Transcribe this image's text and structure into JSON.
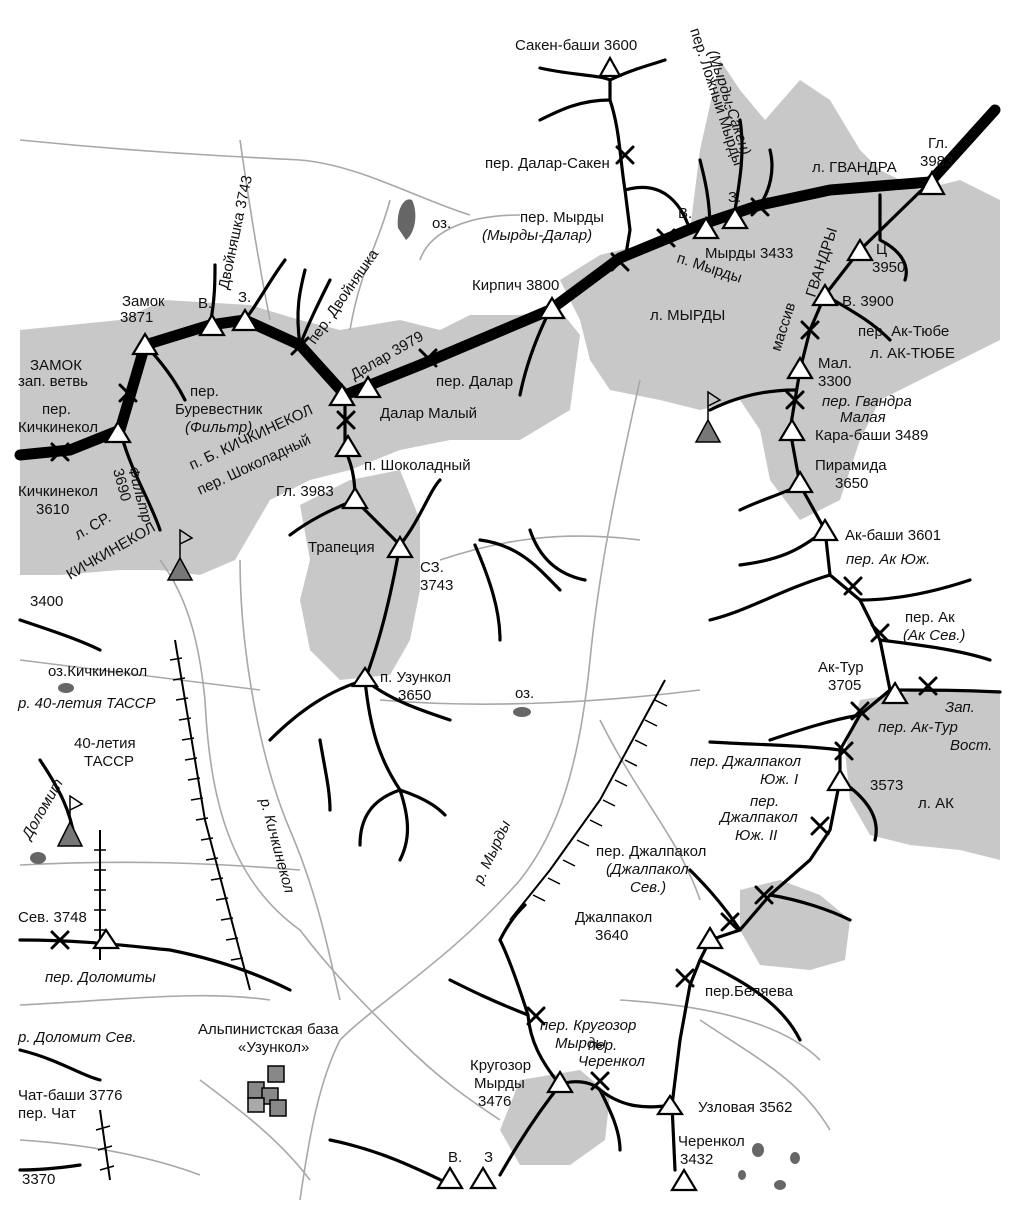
{
  "map": {
    "peaks": {
      "saken_bashi": "Сакен-баши 3600",
      "glavnaya": "Гл.",
      "glavnaya_h": "3983",
      "zamok": "Замок",
      "zamok_h": "3871",
      "dvoynyashka": "Двойняшка 3743",
      "dvoynyashka_v": "В.",
      "dvoynyashka_z": "З.",
      "dalar": "Далар 3979",
      "kirpich": "Кирпич  3800",
      "myrdy": "Мырды 3433",
      "myrdy_v": "В.",
      "myrdy_z": "З.",
      "gvandra_c": "Ц",
      "gvandra_c_h": "3950",
      "gvandra_v": "В. 3900",
      "mal": "Мал.",
      "mal_h": "3300",
      "kara_bashi": "Кара-баши 3489",
      "piramida": "Пирамида",
      "piramida_h": "3650",
      "ak_bashi": "Ак-баши 3601",
      "ak_tur": "Ак-Тур",
      "ak_tur_h": "3705",
      "zap": "Зап.",
      "p3573": "3573",
      "dzhalpakol": "Джалпакол",
      "dzhalpakol_h": "3640",
      "uzlovaya": "Узловая 3562",
      "cherenkol": "Черенкол",
      "cherenkol_h": "3432",
      "krugozor": "Кругозор",
      "krugozor2": "Мырды",
      "krugozor_h": "3476",
      "bottom_v": "В.",
      "bottom_z": "З",
      "dalar_malyy": "Далар Малый",
      "gl3983b": "Гл. 3983",
      "trapeciya": "Трапеция",
      "sz": "СЗ.",
      "sz_h": "3743",
      "uzunkol": "п. Узункол",
      "uzunkol_h": "3650",
      "kichkinekol": "Кичкинекол",
      "kichkinekol_h": "3610",
      "filtr_h": "3690",
      "p3400": "3400",
      "sev3748": "Сев. 3748",
      "chat_bashi": "Чат-баши 3776",
      "p3370": "3370",
      "let40": "40-летия",
      "tassr": "ТАССР"
    },
    "passes": {
      "dalar_saken": "пер. Далар-Сакен",
      "myrdy": "пер. Мырды",
      "myrdy_alt": "(Мырды-Далар)",
      "lozhnyy": "пер. Ложный Мырды",
      "lozhnyy_alt": "(Мырды-Сакен)",
      "dvoynyashka": "пер. Двойняшка",
      "burevestnik": "пер.",
      "burevestnik2": "Буревестник",
      "burevestnik_alt": "(Фильтр)",
      "b_kichkinekol": "п. Б. КИЧКИНЕКОЛ",
      "shokoladnyy": "пер. Шоколадный",
      "dalar": "пер. Далар",
      "kichkinekol": "пер.",
      "kichkinekol2": "Кичкинекол",
      "filtr": "Фильтр",
      "ak_tyube": "пер. Ак-Тюбе",
      "gvandra_malaya": "пер. Гвандра",
      "gvandra_malaya2": "Малая",
      "ak_yuzh": "пер. Ак Юж.",
      "ak": "пер. Ак",
      "ak_sev": "(Ак Сев.)",
      "ak_tur_vost": "пер. Ак-Тур",
      "ak_tur_vost2": "Вост.",
      "dzh_yuzh1": "пер. Джалпакол",
      "dzh_yuzh1b": "Юж. I",
      "dzh_yuzh2": "пер.",
      "dzh_yuzh2b": "Джалпакол",
      "dzh_yuzh2c": "Юж. II",
      "dzh_sev": "пер. Джалпакол",
      "dzh_sev2": "(Джалпакол",
      "dzh_sev3": "Сев.)",
      "belyaeva": "пер.Беляева",
      "krugozor": "пер. Кругозор",
      "krugozor2": "Мырды",
      "cherenkol": "пер.",
      "cherenkol2": "Черенкол",
      "dolomity": "пер. Доломиты",
      "dolomit_sev": "р. Доломит Сев.",
      "chat": "пер. Чат",
      "let40": "р. 40-летия ТАССР",
      "zap_vetv": "зап. ветвь"
    },
    "glaciers": {
      "gvandra": "л. ГВАНДРА",
      "myrdy": "л. МЫРДЫ",
      "myrdy_p": "п. Мырды",
      "ak_tyube": "л. АК-ТЮБЕ",
      "ak": "л. АК",
      "shokoladnyy": "п. Шоколадный",
      "sr_kichkinekol": "л. СР.",
      "sr_kichkinekol2": "КИЧКИНЕКОЛ",
      "zamok": "ЗАМОК",
      "massiv": "массив",
      "gvandry": "ГВАНДРЫ",
      "dolomit": "Доломит"
    },
    "lakes": {
      "oz1": "оз.",
      "oz2": "оз.",
      "kichkinekol": "оз.Кичкинекол"
    },
    "rivers": {
      "myrdy": "р. Мырды",
      "kichkinekol": "р. Кичкинекол"
    },
    "base": {
      "line1": "Альпинистская база",
      "line2": "«Узункол»"
    }
  }
}
